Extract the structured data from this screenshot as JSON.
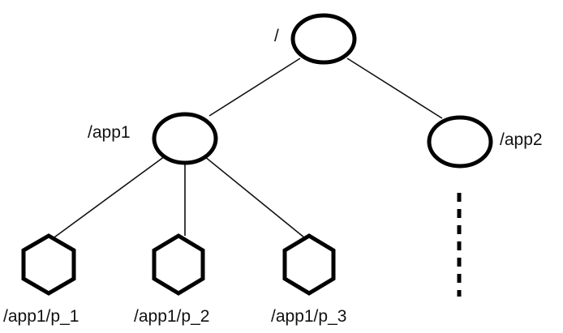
{
  "tree": {
    "root": {
      "label": "/"
    },
    "app1": {
      "label": "/app1"
    },
    "app2": {
      "label": "/app2"
    },
    "leaves": [
      {
        "label": "/app1/p_1"
      },
      {
        "label": "/app1/p_2"
      },
      {
        "label": "/app1/p_3"
      }
    ]
  },
  "colors": {
    "stroke": "#000000",
    "text": "#111111",
    "background": "#ffffff"
  }
}
